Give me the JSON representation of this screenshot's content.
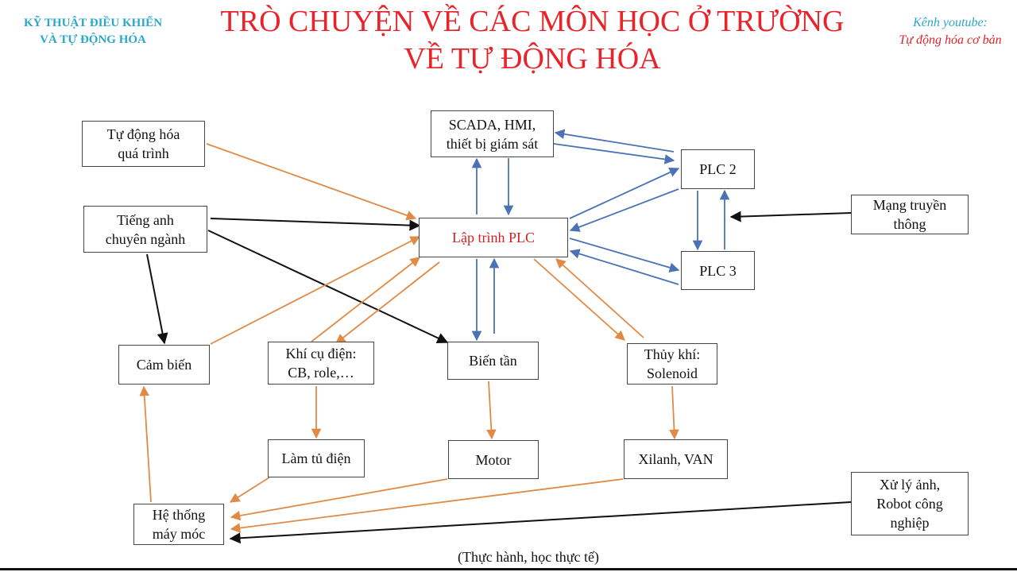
{
  "header": {
    "left_line1": "KỸ THUẬT ĐIỀU KHIỂN",
    "left_line2": "VÀ TỰ ĐỘNG HÓA",
    "title_line1": "TRÒ CHUYỆN VỀ CÁC MÔN HỌC Ở TRƯỜNG",
    "title_line2": "VỀ TỰ ĐỘNG HÓA",
    "right_line1": "Kênh youtube:",
    "right_line2": "Tự động hóa cơ bản"
  },
  "nodes": {
    "tdh_qua_trinh": "Tự động hóa\nquá trình",
    "tieng_anh": "Tiếng anh\nchuyên ngành",
    "scada": "SCADA, HMI,\nthiết bị giám sát",
    "lap_trinh_plc": "Lập trình PLC",
    "plc2": "PLC 2",
    "plc3": "PLC 3",
    "mang_truyen_thong": "Mạng truyền\nthông",
    "cam_bien": "Cảm biến",
    "khi_cu_dien": "Khí cụ điện:\nCB, role,…",
    "bien_tan": "Biến tần",
    "thuy_khi": "Thủy khí:\nSolenoid",
    "lam_tu_dien": "Làm tủ điện",
    "motor": "Motor",
    "xilanh_van": "Xilanh, VAN",
    "he_thong": "Hệ thống\nmáy móc",
    "xu_ly_anh": "Xử lý ảnh,\nRobot công\nnghiệp"
  },
  "caption": "(Thực hành, học thực tế)",
  "colors": {
    "orange": "#e08a45",
    "blue": "#4a72b4",
    "black": "#111111",
    "title_red": "#e8242a",
    "cyan": "#2aa7c9"
  },
  "connections": [
    {
      "from": "tdh_qua_trinh",
      "to": "lap_trinh_plc",
      "color": "orange"
    },
    {
      "from": "tieng_anh",
      "to": "lap_trinh_plc",
      "color": "black"
    },
    {
      "from": "tieng_anh",
      "to": "bien_tan",
      "color": "black"
    },
    {
      "from": "tieng_anh",
      "to": "cam_bien",
      "color": "black"
    },
    {
      "from": "cam_bien",
      "to": "lap_trinh_plc",
      "color": "orange"
    },
    {
      "from": "khi_cu_dien",
      "to": "lap_trinh_plc",
      "color": "orange"
    },
    {
      "from": "lap_trinh_plc",
      "to": "khi_cu_dien",
      "color": "orange"
    },
    {
      "from": "lap_trinh_plc",
      "to": "scada",
      "color": "blue"
    },
    {
      "from": "scada",
      "to": "lap_trinh_plc",
      "color": "blue"
    },
    {
      "from": "lap_trinh_plc",
      "to": "bien_tan",
      "color": "blue"
    },
    {
      "from": "bien_tan",
      "to": "lap_trinh_plc",
      "color": "blue"
    },
    {
      "from": "lap_trinh_plc",
      "to": "thuy_khi",
      "color": "orange"
    },
    {
      "from": "thuy_khi",
      "to": "lap_trinh_plc",
      "color": "orange"
    },
    {
      "from": "plc2",
      "to": "scada",
      "color": "blue"
    },
    {
      "from": "scada",
      "to": "plc2",
      "color": "blue"
    },
    {
      "from": "lap_trinh_plc",
      "to": "plc2",
      "color": "blue"
    },
    {
      "from": "plc2",
      "to": "lap_trinh_plc",
      "color": "blue"
    },
    {
      "from": "lap_trinh_plc",
      "to": "plc3",
      "color": "blue"
    },
    {
      "from": "plc3",
      "to": "lap_trinh_plc",
      "color": "blue"
    },
    {
      "from": "plc2",
      "to": "plc3",
      "color": "blue"
    },
    {
      "from": "plc3",
      "to": "plc2",
      "color": "blue"
    },
    {
      "from": "mang_truyen_thong",
      "to": "plc2",
      "color": "black"
    },
    {
      "from": "khi_cu_dien",
      "to": "lam_tu_dien",
      "color": "orange"
    },
    {
      "from": "bien_tan",
      "to": "motor",
      "color": "orange"
    },
    {
      "from": "thuy_khi",
      "to": "xilanh_van",
      "color": "orange"
    },
    {
      "from": "lam_tu_dien",
      "to": "he_thong",
      "color": "orange"
    },
    {
      "from": "motor",
      "to": "he_thong",
      "color": "orange"
    },
    {
      "from": "xilanh_van",
      "to": "he_thong",
      "color": "orange"
    },
    {
      "from": "he_thong",
      "to": "cam_bien",
      "color": "orange"
    },
    {
      "from": "xu_ly_anh",
      "to": "he_thong",
      "color": "black"
    }
  ]
}
